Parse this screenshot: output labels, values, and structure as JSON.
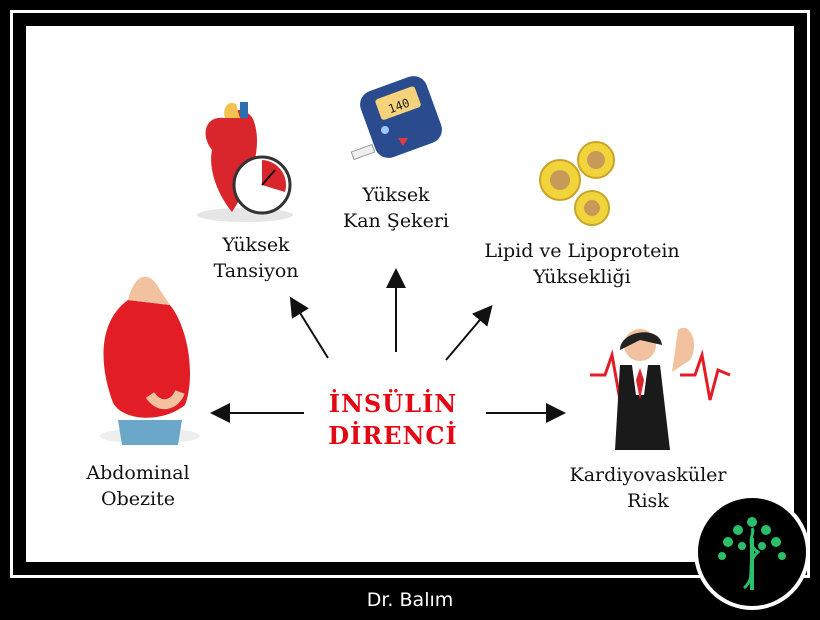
{
  "center": {
    "line1": "İNSÜLİN",
    "line2": "DİRENCİ"
  },
  "nodes": {
    "tansiyon": {
      "line1": "Yüksek",
      "line2": "Tansiyon"
    },
    "kan_sekeri": {
      "line1": "Yüksek",
      "line2": "Kan Şekeri"
    },
    "lipid": {
      "line1": "Lipid ve Lipoprotein",
      "line2": "Yüksekliği"
    },
    "obezite": {
      "line1": "Abdominal",
      "line2": "Obezite"
    },
    "kardiyo": {
      "line1": "Kardiyovasküler",
      "line2": "Risk"
    }
  },
  "glucometer_reading": "140",
  "footer": "Dr. Balım",
  "colors": {
    "accent_red": "#e30613",
    "frame": "#000000",
    "logo_green": "#2bbf6a"
  },
  "icons": [
    "heart-gauge-icon",
    "glucometer-icon",
    "fat-cells-icon",
    "belly-icon",
    "chest-pain-icon",
    "tree-logo-icon"
  ]
}
